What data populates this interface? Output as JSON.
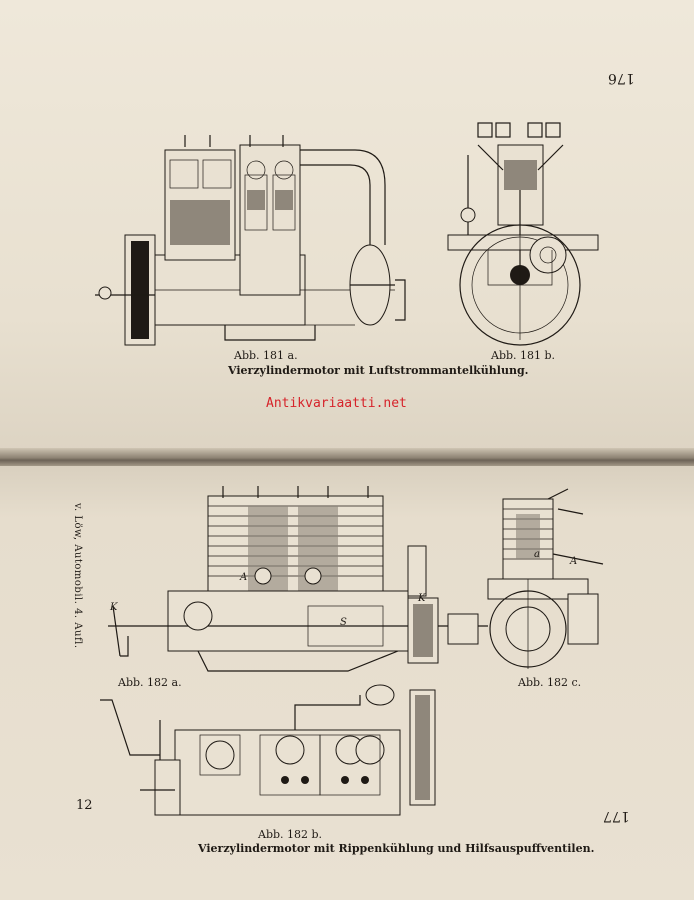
{
  "top_page": {
    "page_number": "176",
    "fig_181a_label": "Abb. 181 a.",
    "fig_181b_label": "Abb. 181 b.",
    "title": "Vierzylindermotor mit Luftstrommantelkühlung."
  },
  "watermark": "Antikvariaatti.net",
  "bottom_page": {
    "page_number": "177",
    "signature_number": "12",
    "side_note": "v. Löw, Automobil. 4. Aufl.",
    "fig_182a_label": "Abb. 182 a.",
    "fig_182b_label": "Abb. 182 b.",
    "fig_182c_label": "Abb. 182 c.",
    "title": "Vierzylindermotor mit Rippenkühlung und Hilfsauspuffventilen.",
    "fig_letters": {
      "K": "K",
      "S": "S",
      "A1": "A",
      "A2": "A",
      "K2": "K",
      "a": "a"
    }
  },
  "colors": {
    "paper": "#e9e1d2",
    "ink": "#1f1a15",
    "watermark": "#d6232a"
  }
}
